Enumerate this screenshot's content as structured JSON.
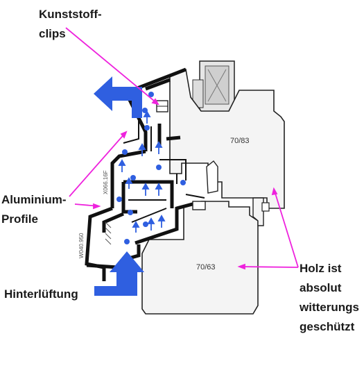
{
  "labels": {
    "kunststoff_line1": "Kunststoff-",
    "kunststoff_line2": "clips",
    "aluminium_line1": "Aluminium-",
    "aluminium_line2": "Profile",
    "hinterlueftung": "Hinterlüftung",
    "holz_line1": "Holz ist",
    "holz_line2": "absolut",
    "holz_line3": "witterungs",
    "holz_line4": "geschützt"
  },
  "dimensions": {
    "upper": "70/83",
    "lower": "70/63"
  },
  "profile_codes": {
    "upper": "X066.16F",
    "lower": "W040.950"
  },
  "colors": {
    "arrow_blue": "#2f5fe0",
    "magenta": "#ee22dd",
    "outline": "#1a1a1a",
    "aluminium": "#111111"
  }
}
